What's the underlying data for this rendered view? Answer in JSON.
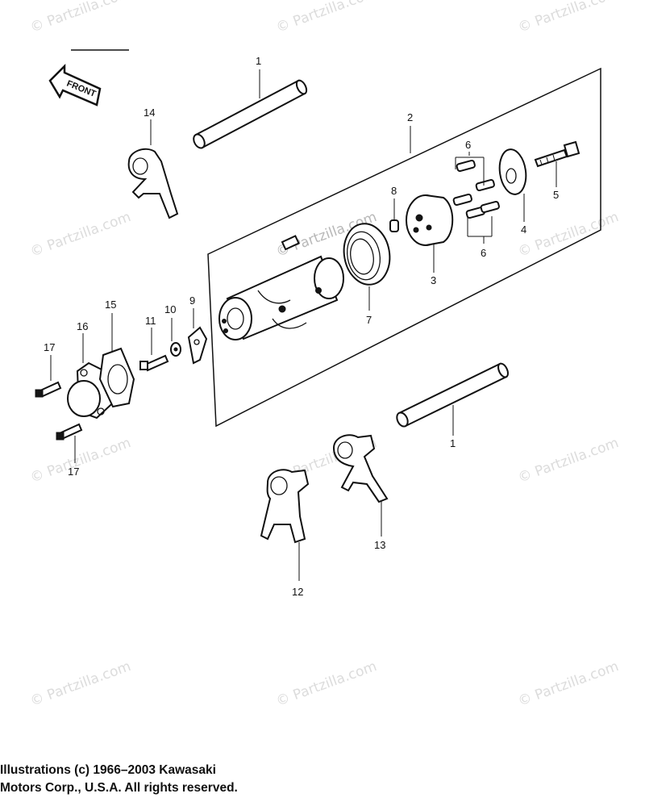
{
  "watermark": {
    "text": "© Partzilla.com",
    "center_text": "© Partzilla.com"
  },
  "front_label": "FRONT",
  "callouts": {
    "c1a": "1",
    "c1b": "1",
    "c2": "2",
    "c3": "3",
    "c4": "4",
    "c5": "5",
    "c6a": "6",
    "c6b": "6",
    "c7": "7",
    "c8": "8",
    "c9": "9",
    "c10": "10",
    "c11": "11",
    "c12": "12",
    "c13": "13",
    "c14": "14",
    "c15": "15",
    "c16": "16",
    "c17a": "17",
    "c17b": "17"
  },
  "copyright": {
    "line1": "Illustrations (c) 1966–2003 Kawasaki",
    "line2": "Motors Corp., U.S.A.  All rights reserved."
  }
}
